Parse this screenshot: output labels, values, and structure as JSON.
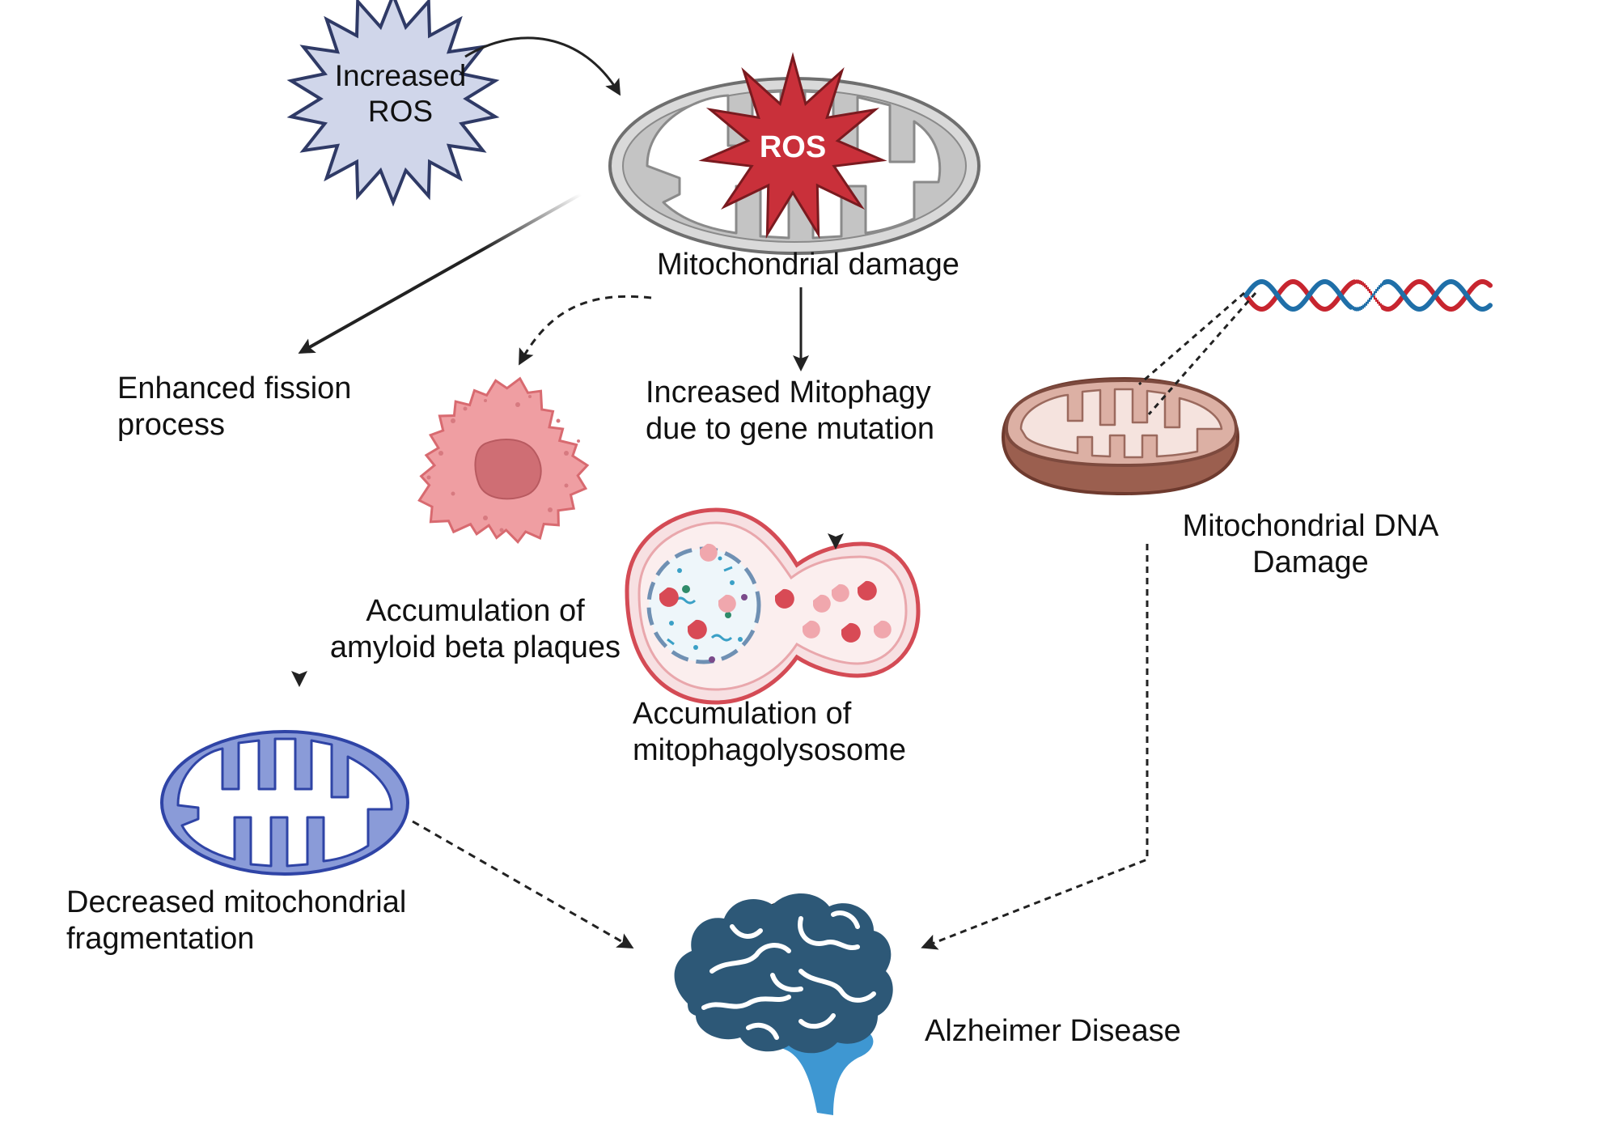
{
  "diagram": {
    "stimulus": {
      "line1": "Increased",
      "line2": "ROS"
    },
    "ros_badge": "ROS",
    "mito_damage": "Mitochondrial damage",
    "fission": {
      "line1": "Enhanced fission",
      "line2": "process"
    },
    "amyloid": {
      "line1": "Accumulation of",
      "line2": "amyloid beta plaques"
    },
    "mitophagy": {
      "line1": "Increased Mitophagy",
      "line2": "due to gene mutation"
    },
    "mitophagolysosome": {
      "line1": "Accumulation of",
      "line2": "mitophagolysosome"
    },
    "mtdna": {
      "line1": "Mitochondrial DNA",
      "line2": "Damage"
    },
    "fragmentation": {
      "line1": "Decreased mitochondrial",
      "line2": "fragmentation"
    },
    "outcome": "Alzheimer Disease"
  },
  "colors": {
    "ros_star_fill": "#d0d6ea",
    "ros_star_stroke": "#2f3a66",
    "mito_gray": "#d4d4d4",
    "ros_red": "#c9303a",
    "amyloid_pink": "#ee9a9e",
    "lysosome_red": "#d94852",
    "mito_brown": "#d8a79a",
    "mito_blue": "#8a9bd8",
    "dna_red": "#c7252f",
    "dna_blue": "#1f6fa8",
    "brain_dark": "#2d5877",
    "brain_light": "#3e97d2",
    "arrow": "#222222"
  }
}
